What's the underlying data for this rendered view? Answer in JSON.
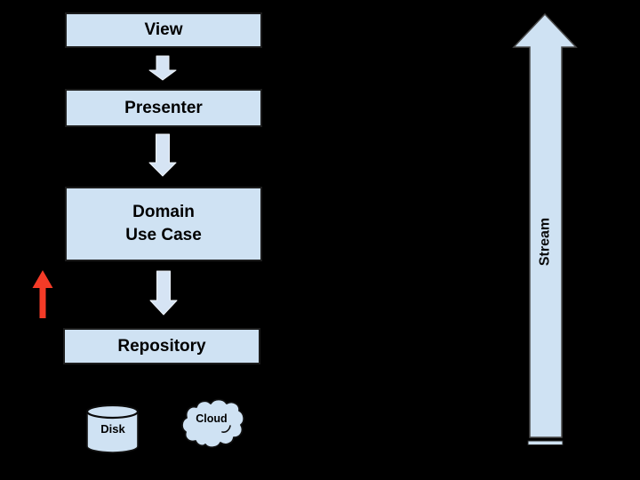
{
  "diagram": {
    "background_color": "#000000",
    "colors": {
      "node_fill": "#cfe2f3",
      "node_border": "#1c1c1c",
      "flow_arrow_fill": "#d6e4f4",
      "flow_arrow_outline": "#eef3fa",
      "stream_arrow_fill": "#cfe2f3",
      "stream_arrow_border": "#4a4a4a",
      "red_arrow": "#f43b27",
      "text": "#000000"
    },
    "nodes": [
      {
        "id": "view",
        "label": "View"
      },
      {
        "id": "presenter",
        "label": "Presenter"
      },
      {
        "id": "domain-use-case",
        "lines": [
          "Domain",
          "Use Case"
        ]
      },
      {
        "id": "repository",
        "label": "Repository"
      }
    ],
    "datasources": [
      {
        "id": "disk",
        "label": "Disk",
        "shape": "cylinder"
      },
      {
        "id": "cloud",
        "label": "Cloud",
        "shape": "cloud"
      }
    ],
    "stream": {
      "label": "Stream",
      "direction": "up"
    }
  }
}
